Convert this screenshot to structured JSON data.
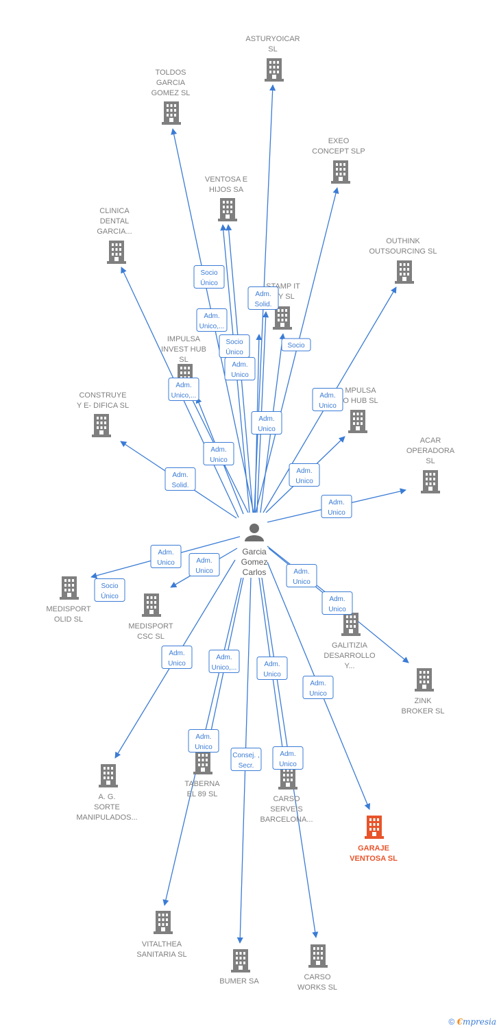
{
  "colors": {
    "edge": "#3a7bd5",
    "building": "#7f7f7f",
    "building_main": "#e8542a",
    "person": "#6e6e6e"
  },
  "person": {
    "lines": [
      "Garcia",
      "Gomez",
      "Carlos"
    ],
    "icon": "person-icon"
  },
  "companies": [
    {
      "id": "asturyoicar",
      "lines": [
        "ASTURYOICAR",
        "SL"
      ]
    },
    {
      "id": "toldos",
      "lines": [
        "TOLDOS",
        "GARCIA",
        "GOMEZ  SL"
      ]
    },
    {
      "id": "exeo",
      "lines": [
        "EXEO",
        "CONCEPT  SLP"
      ]
    },
    {
      "id": "ventosa-hijos",
      "lines": [
        "VENTOSA E",
        "HIJOS SA"
      ]
    },
    {
      "id": "clinica",
      "lines": [
        "CLINICA",
        "DENTAL",
        "GARCIA..."
      ]
    },
    {
      "id": "outhink",
      "lines": [
        "OUTHINK",
        "OUTSOURCING SL"
      ]
    },
    {
      "id": "stamp-it",
      "lines": [
        "STAMP IT",
        "ITY  SL"
      ]
    },
    {
      "id": "impulsa-invest",
      "lines": [
        "IMPULSA",
        "INVEST HUB",
        "SL"
      ]
    },
    {
      "id": "construye",
      "lines": [
        "CONSTRUYE",
        "Y E- DIFICA  SL"
      ]
    },
    {
      "id": "impulsa-hub",
      "lines": [
        "MPULSA",
        "O HUB  SL"
      ]
    },
    {
      "id": "acar",
      "lines": [
        "ACAR",
        "OPERADORA",
        "SL"
      ]
    },
    {
      "id": "medisport-olid",
      "lines": [
        "MEDISPORT",
        "OLID  SL"
      ]
    },
    {
      "id": "medisport-csc",
      "lines": [
        "MEDISPORT",
        "CSC  SL"
      ]
    },
    {
      "id": "galitizia",
      "lines": [
        "GALITIZIA",
        "DESARROLLO",
        "Y..."
      ]
    },
    {
      "id": "zink",
      "lines": [
        "ZINK",
        "BROKER  SL"
      ]
    },
    {
      "id": "sorte",
      "lines": [
        "A.  G.",
        "SORTE",
        "MANIPULADOS..."
      ]
    },
    {
      "id": "taberna",
      "lines": [
        "TABERNA",
        "EL 89 SL"
      ]
    },
    {
      "id": "carso-serveis",
      "lines": [
        "CARSO",
        "SERVEIS",
        "BARCELONA..."
      ]
    },
    {
      "id": "garaje",
      "lines": [
        "GARAJE",
        "VENTOSA  SL"
      ],
      "main": true
    },
    {
      "id": "vitalthea",
      "lines": [
        "VITALTHEA",
        "SANITARIA  SL"
      ]
    },
    {
      "id": "bumer",
      "lines": [
        "BUMER SA"
      ]
    },
    {
      "id": "carso-works",
      "lines": [
        "CARSO",
        "WORKS  SL"
      ]
    }
  ],
  "edge_labels": [
    [
      "Socio",
      "Único"
    ],
    [
      "Adm.",
      "Solid."
    ],
    [
      "Adm.",
      "Unico,..."
    ],
    [
      "Socio",
      "Único"
    ],
    [
      "Adm.",
      "Unico"
    ],
    [
      "Socio"
    ],
    [
      "Adm.",
      "Unico,..."
    ],
    [
      "Adm.",
      "Unico"
    ],
    [
      "Adm.",
      "Unico"
    ],
    [
      "Adm.",
      "Unico"
    ],
    [
      "Adm.",
      "Solid."
    ],
    [
      "Adm.",
      "Unico"
    ],
    [
      "Adm.",
      "Unico"
    ],
    [
      "Adm.",
      "Unico"
    ],
    [
      "Adm.",
      "Unico"
    ],
    [
      "Socio",
      "Único"
    ],
    [
      "Adm.",
      "Unico"
    ],
    [
      "Adm.",
      "Unico"
    ],
    [
      "Adm.",
      "Unico"
    ],
    [
      "Adm.",
      "Unico,..."
    ],
    [
      "Adm.",
      "Unico"
    ],
    [
      "Adm.",
      "Unico"
    ],
    [
      "Adm.",
      "Unico"
    ],
    [
      "Consej. ,",
      "Secr."
    ],
    [
      "Adm.",
      "Unico"
    ]
  ],
  "footer": {
    "copyright": "©",
    "brand_first": "€",
    "brand_rest": "mpresia"
  }
}
